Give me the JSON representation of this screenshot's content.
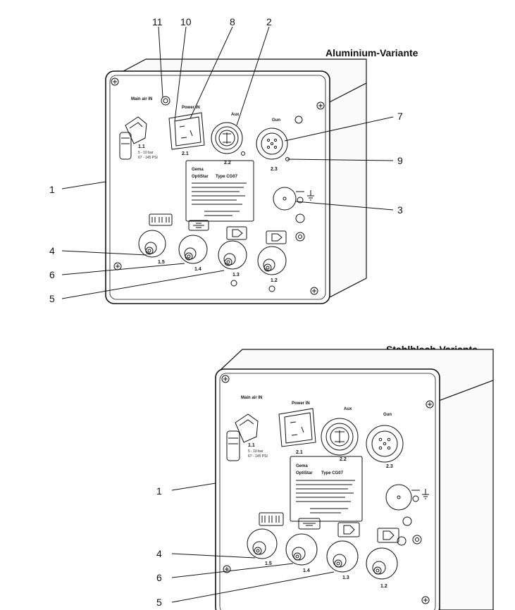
{
  "variants": [
    {
      "title": "Aluminium-Variante",
      "labels": {
        "main_air_in": "Main air IN",
        "power_in": "Power IN",
        "aux": "Aux",
        "gun": "Gun",
        "main_air_port": "1.1",
        "main_air_spec_a": "5 - 10 bar",
        "main_air_spec_b": "67 - 145 PSI",
        "power_port": "2.1",
        "aux_port": "2.2",
        "gun_port": "2.3",
        "out_1_5": "1.5",
        "out_1_4": "1.4",
        "out_1_3": "1.3",
        "out_1_2": "1.2"
      },
      "nameplate": {
        "brand": "Gema",
        "line1": "OptiStar",
        "line2": "Type CG07"
      },
      "callouts": {
        "c11": "11",
        "c10": "10",
        "c8": "8",
        "c2": "2",
        "c7": "7",
        "c9": "9",
        "c1": "1",
        "c3": "3",
        "c4": "4",
        "c6": "6",
        "c5": "5"
      }
    },
    {
      "title": "Stahlblech-Variante",
      "labels": {
        "main_air_in": "Main air IN",
        "power_in": "Power IN",
        "aux": "Aux",
        "gun": "Gun",
        "main_air_port": "1.1",
        "main_air_spec_a": "5 - 10 bar",
        "main_air_spec_b": "67 - 145 PSI",
        "power_port": "2.1",
        "aux_port": "2.2",
        "gun_port": "2.3",
        "out_1_5": "1.5",
        "out_1_4": "1.4",
        "out_1_3": "1.3",
        "out_1_2": "1.2"
      },
      "nameplate": {
        "brand": "Gema",
        "line1": "OptiStar",
        "line2": "Type CG07"
      },
      "callouts": {
        "c1": "1",
        "c4": "4",
        "c6": "6",
        "c5": "5"
      }
    }
  ],
  "colors": {
    "line": "#111111",
    "background": "#ffffff"
  }
}
